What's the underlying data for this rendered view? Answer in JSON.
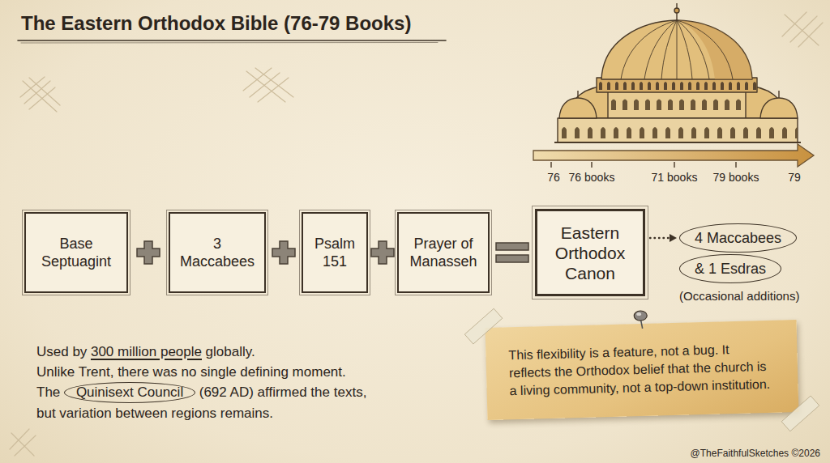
{
  "diagram": {
    "title": "The Eastern Orthodox Bible (76-79 Books)",
    "nodes": [
      {
        "text": [
          "Base Septuagint"
        ]
      },
      {
        "text": [
          "3 Maccabees"
        ]
      },
      {
        "text": [
          "Psalm 151"
        ]
      },
      {
        "text": [
          "Prayer of Manasseh"
        ]
      },
      {
        "text": [
          "Eastern Orthodox Canon"
        ]
      },
      {
        "text": [
          "4 Maccabees",
          "& 1 Esdras",
          "(Occasional additions)"
        ]
      },
      {
        "text": [
          "This flexibility is a feature, not a bug. It reflects the Orthodox belief that the church is a living community, not a top-down institution."
        ]
      }
    ],
    "edges": [
      {
        "from": 4,
        "to": 5,
        "arrow": "to"
      }
    ],
    "labels": [
      "76",
      "76 books",
      "71 books",
      "79 books",
      "79",
      "Used by",
      "300 million people",
      "globally.",
      "Unlike Trent, there was no single defining moment.",
      "The",
      "Quinisext Council",
      "(692 AD) affirmed the texts,",
      "but variation between regions remains.",
      "@TheFaithfulSketches ©2026"
    ]
  }
}
